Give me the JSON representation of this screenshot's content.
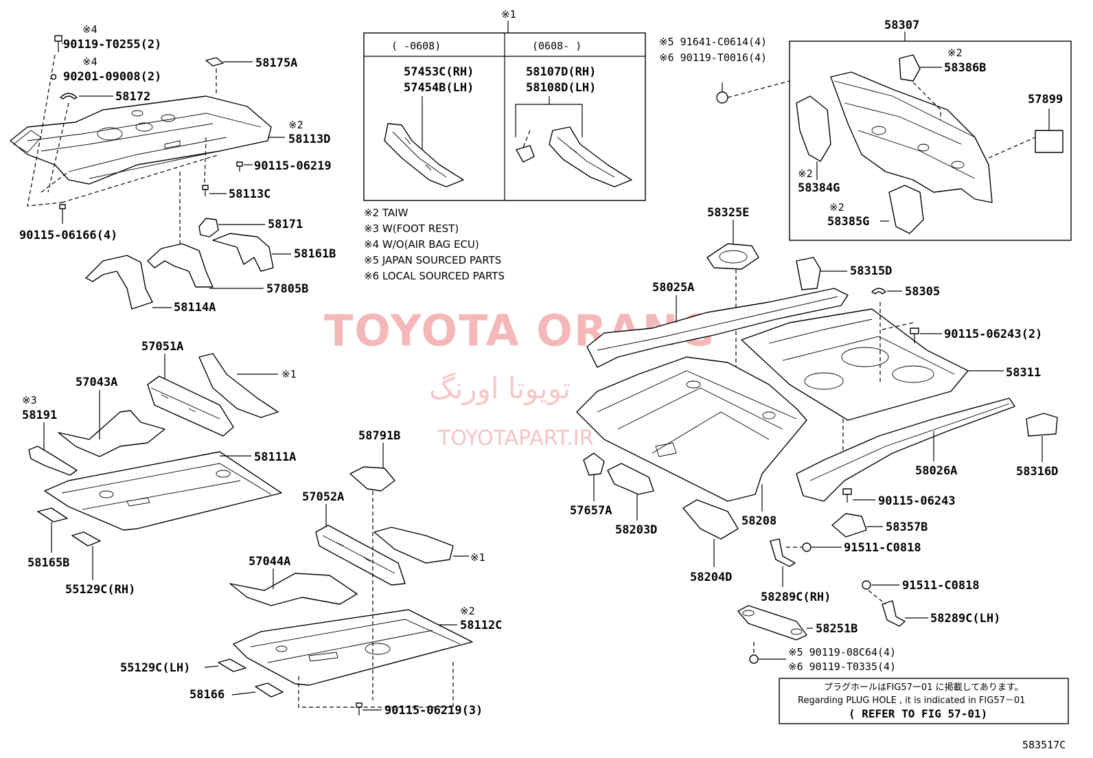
{
  "diagram_id": "583517C",
  "watermark": {
    "latin": "TOYOTA ORANG",
    "farsi": "تویوتا اورنگ",
    "site": "TOYOTAPART.IR"
  },
  "variant_box": {
    "header_mark": "※1",
    "left_header": "(     -0608)",
    "right_header": "(0608-     )",
    "left_parts": [
      "57453C(RH)",
      "57454B(LH)"
    ],
    "right_parts": [
      "58107D(RH)",
      "58108D(LH)"
    ]
  },
  "legend": [
    "※2 TAIW",
    "※3 W(FOOT REST)",
    "※4 W/O(AIR BAG ECU)",
    "※5 JAPAN SOURCED PARTS",
    "※6 LOCAL SOURCED PARTS"
  ],
  "labels": {
    "l1_mark": "※4",
    "l1": "90119-T0255(2)",
    "l2_mark": "※4",
    "l2": "90201-09008(2)",
    "l3": "58172",
    "l4": "58175A",
    "l5_mark": "※2",
    "l5": "58113D",
    "l6": "90115-06219",
    "l7": "58113C",
    "l8": "90115-06166(4)",
    "l9": "58171",
    "l10": "58161B",
    "l11": "57805B",
    "l12": "58114A",
    "l13": "57051A",
    "l14": "※1",
    "l15": "57043A",
    "l16_mark": "※3",
    "l16": "58191",
    "l17": "58111A",
    "l18": "58165B",
    "l19": "55129C(RH)",
    "l20": "58791B",
    "l21": "57052A",
    "l22": "※1",
    "l23": "57044A",
    "l24_mark": "※2",
    "l24": "58112C",
    "l25": "55129C(LH)",
    "l26": "58166",
    "l27": "90115-06219(3)",
    "l28_a": "※5 91641-C0614(4)",
    "l28_b": "※6 90119-T0016(4)",
    "l29": "58307",
    "l30_mark": "※2",
    "l30": "58386B",
    "l31": "57899",
    "l32_mark": "※2",
    "l32": "58384G",
    "l33_mark": "※2",
    "l33": "58385G",
    "l34": "58325E",
    "l35": "58315D",
    "l36": "58025A",
    "l37": "58305",
    "l38": "90115-06243(2)",
    "l39": "58311",
    "l40": "58026A",
    "l41": "58316D",
    "l42": "57657A",
    "l43": "58203D",
    "l44": "58208",
    "l45": "90115-06243",
    "l46": "58357B",
    "l47": "91511-C0818",
    "l48": "58204D",
    "l49": "58289C(RH)",
    "l50": "91511-C0818",
    "l51": "58289C(LH)",
    "l52": "58251B",
    "l53_a": "※5 90119-08C64(4)",
    "l53_b": "※6 90119-T0335(4)"
  },
  "reference_note": {
    "japanese": "プラグホールはFIG57ー01 に掲載してあります。",
    "english": "Regarding  PLUG HOLE , it is indicated  in  FIG57－01",
    "refer": "( REFER TO FIG 57-01)"
  }
}
